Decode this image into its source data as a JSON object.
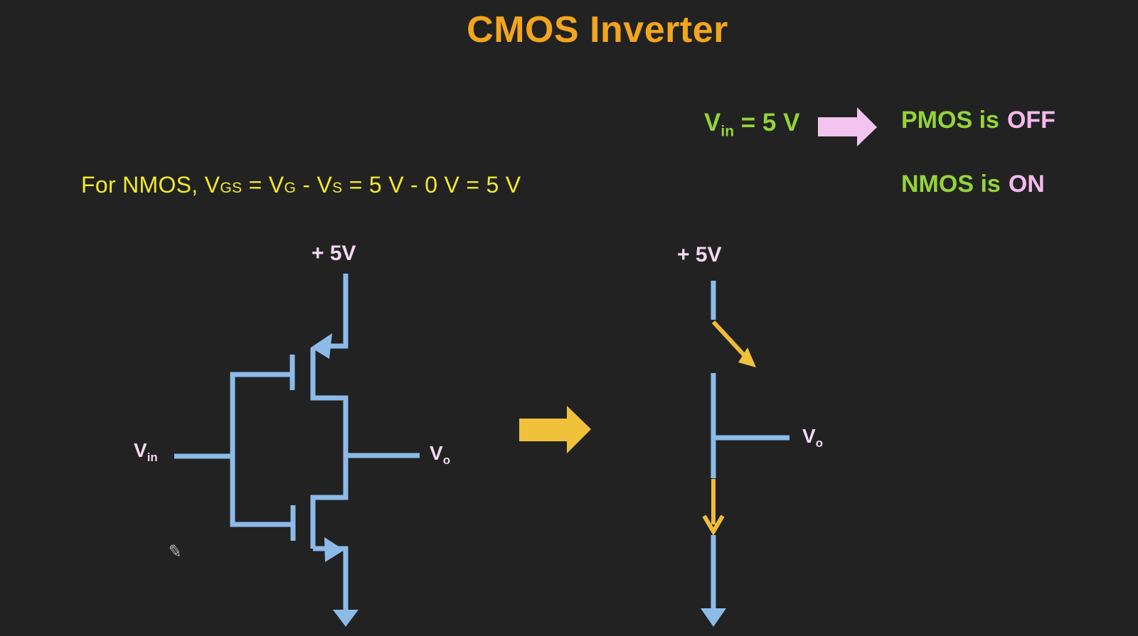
{
  "title": "CMOS Inverter",
  "result_panel": {
    "condition_v": "V",
    "condition_sub": "in",
    "condition_rest": " = 5 V",
    "pmos_prefix": "PMOS is",
    "pmos_state": "OFF",
    "nmos_prefix": "NMOS is",
    "nmos_state": "ON"
  },
  "equation": {
    "part1": "For NMOS, V",
    "sub1": "GS",
    "part2": " = V",
    "sub2": "G",
    "part3": " - V",
    "sub3": "S",
    "part4": " = 5 V - 0 V = 5 V"
  },
  "left_circuit": {
    "supply_label": "+ 5V",
    "input_v": "V",
    "input_sub": "in",
    "output_v": "V",
    "output_sub": "o"
  },
  "right_circuit": {
    "supply_label": "+ 5V",
    "output_v": "V",
    "output_sub": "o"
  },
  "cursor": {
    "pencil_glyph": "✎"
  },
  "colors": {
    "background": "#222222",
    "title_orange": "#f2a51e",
    "equation_yellow": "#f2ea2d",
    "green_text": "#93d438",
    "pink_text": "#f4b9ee",
    "pale_pink_labels": "#f2d9f2",
    "wire_blue": "#8cbbe8",
    "arrow_gold": "#f0c23c",
    "arrow_pink": "#f2c4ef"
  }
}
